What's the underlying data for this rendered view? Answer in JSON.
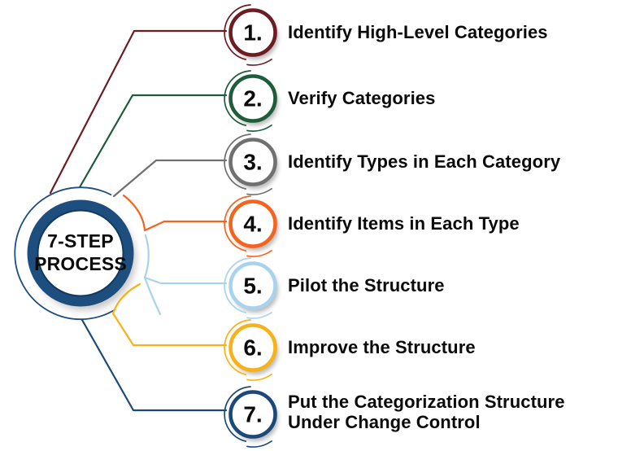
{
  "background": "#ffffff",
  "text_color": "#0b0b0b",
  "center": {
    "label": "7-STEP\nPROCESS",
    "ring_color": "#1d4e7e",
    "ring_inner_color": "#123a60",
    "outer_arc_color": "#1d4e7e"
  },
  "steps": [
    {
      "num": "1.",
      "label": "Identify High-Level Categories",
      "color": "#6b1d23"
    },
    {
      "num": "2.",
      "label": "Verify Categories",
      "color": "#1e5c3c"
    },
    {
      "num": "3.",
      "label": "Identify Types in Each Category",
      "color": "#707070"
    },
    {
      "num": "4.",
      "label": "Identify Items in Each Type",
      "color": "#f4641d"
    },
    {
      "num": "5.",
      "label": "Pilot the Structure",
      "color": "#a9d3ec"
    },
    {
      "num": "6.",
      "label": "Improve the Structure",
      "color": "#f7b219"
    },
    {
      "num": "7.",
      "label": "Put the Categorization Structure\nUnder Change Control",
      "color": "#1b4a7a"
    }
  ]
}
